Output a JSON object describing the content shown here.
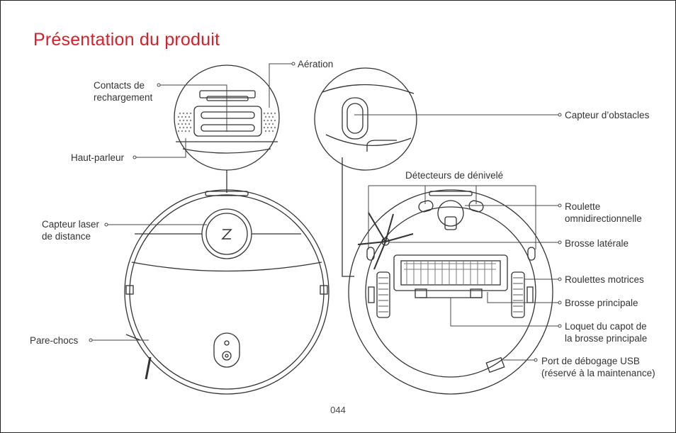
{
  "title": "Présentation du produit",
  "labels": {
    "aeration": "Aération",
    "contacts": "Contacts de\nrechargement",
    "haut_parleur": "Haut-parleur",
    "capteur_laser": "Capteur laser\nde distance",
    "pare_chocs": "Pare-chocs",
    "capteur_obstacles": "Capteur d’obstacles",
    "detecteurs": "Détecteurs de dénivelé",
    "roulette": "Roulette\nomnidirectionnelle",
    "brosse_laterale": "Brosse latérale",
    "roulettes_motrices": "Roulettes motrices",
    "brosse_principale": "Brosse principale",
    "loquet": "Loquet du capot de\nla brosse principale",
    "port_usb": "Port de débogage USB\n(réservé à la maintenance)"
  },
  "page_number": "044",
  "colors": {
    "accent": "#d6202b",
    "line": "#333333"
  }
}
